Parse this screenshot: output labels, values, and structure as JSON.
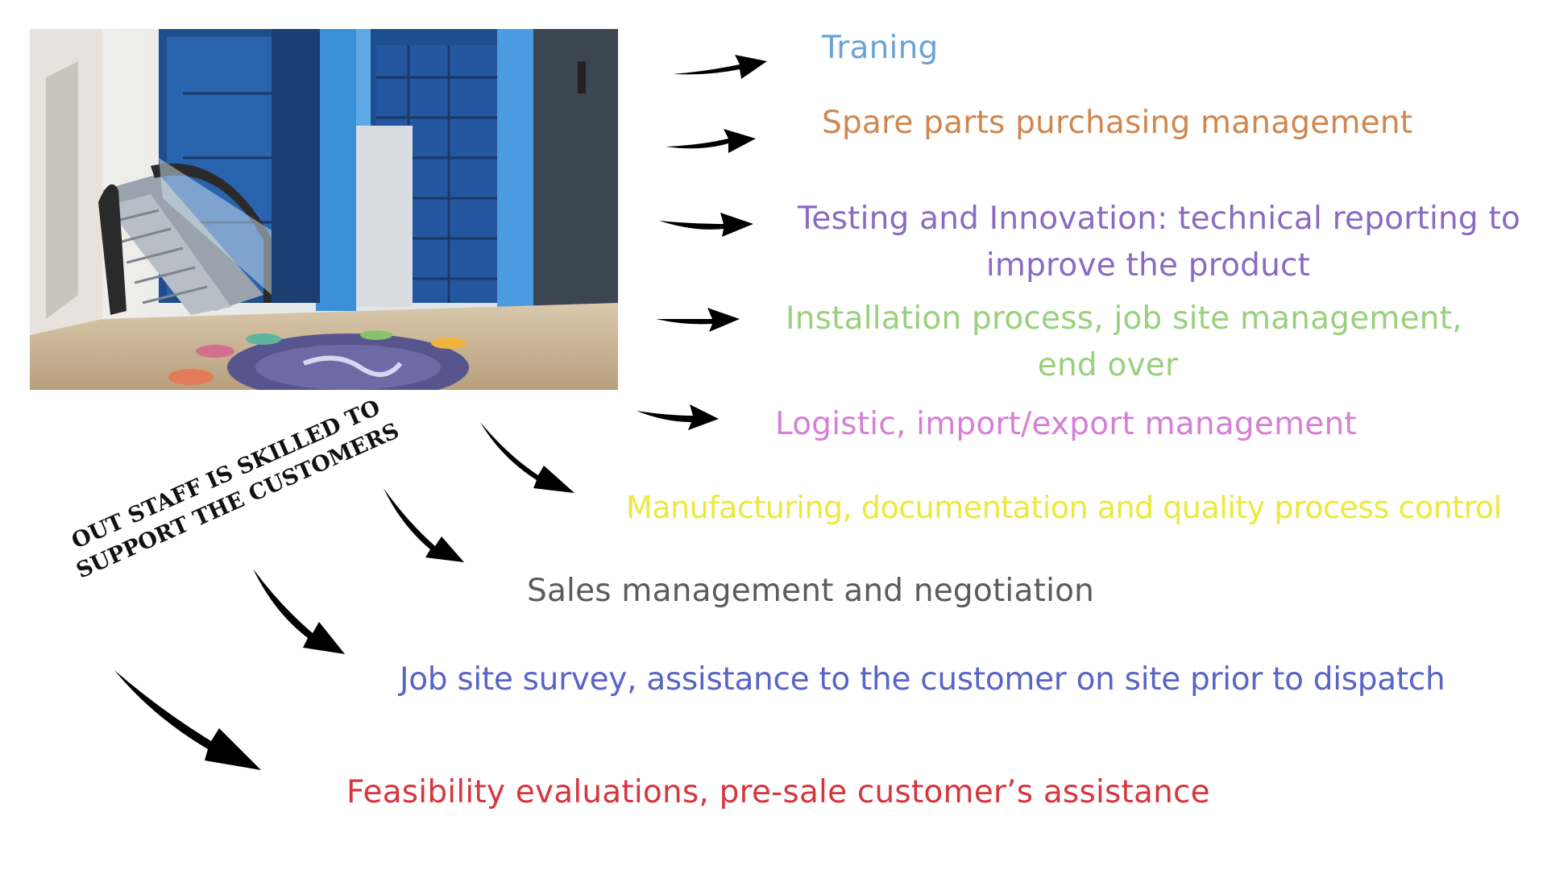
{
  "photo": {
    "alt_icon": "escalator-photo"
  },
  "tagline": {
    "line1": "OUT STAFF IS SKILLED TO",
    "line2": "SUPPORT THE CUSTOMERS"
  },
  "services": [
    {
      "line1": "Traning",
      "line2": "",
      "color": "#6aa3d6"
    },
    {
      "line1": "Spare parts purchasing management",
      "line2": "",
      "color": "#d0874f"
    },
    {
      "line1": "Testing and Innovation: technical reporting to",
      "line2": "improve the product",
      "color": "#8a6ac2"
    },
    {
      "line1": "Installation process, job site management,",
      "line2": "end over",
      "color": "#9ad07c"
    },
    {
      "line1": "Logistic, import/export management",
      "line2": "",
      "color": "#d57fd6"
    },
    {
      "line1": "Manufacturing, documentation and quality process control",
      "line2": "",
      "color": "#ede83c"
    },
    {
      "line1": "Sales management and negotiation",
      "line2": "",
      "color": "#5b5b5b"
    },
    {
      "line1": "Job site survey, assistance to the customer on site prior to dispatch",
      "line2": "",
      "color": "#5a64c8"
    },
    {
      "line1": "Feasibility evaluations, pre-sale customer’s assistance",
      "line2": "",
      "color": "#d6363e"
    }
  ]
}
